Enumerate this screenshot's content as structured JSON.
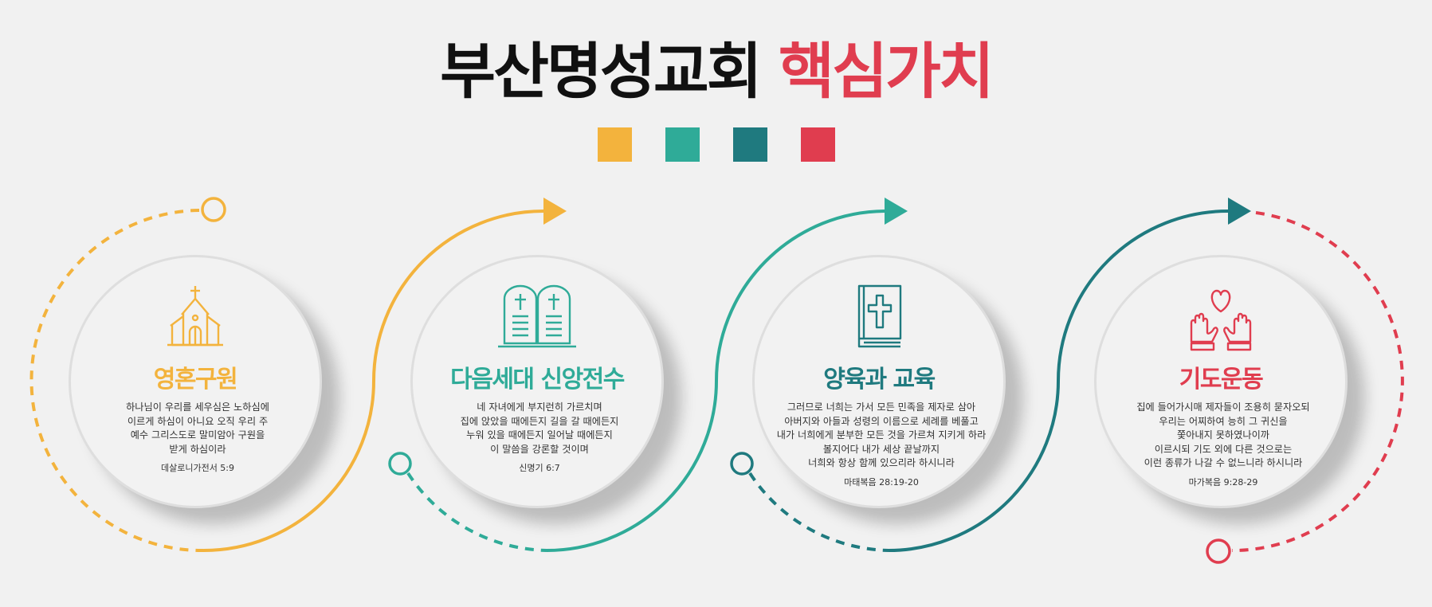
{
  "title": {
    "main": "부산명성교회",
    "accent": "핵심가치"
  },
  "colors": {
    "yellow": "#f3b33d",
    "teal": "#2fab98",
    "darkteal": "#1f7a7f",
    "red": "#e03d4f"
  },
  "values": [
    {
      "icon": "church-icon",
      "color": "#f3b33d",
      "title": "영혼구원",
      "lines": [
        "하나님이 우리를 세우심은 노하심에",
        "이르게 하심이 아니요 오직 우리 주",
        "예수 그리스도로 말미암아 구원을",
        "받게 하심이라"
      ],
      "reference": "데살로니가전서 5:9"
    },
    {
      "icon": "stone-tablets-icon",
      "color": "#2fab98",
      "title": "다음세대 신앙전수",
      "lines": [
        "네 자녀에게 부지런히 가르치며",
        "집에 앉았을 때에든지 길을 갈 때에든지",
        "누워 있을 때에든지 일어날 때에든지",
        "이 말씀을 강론할 것이며"
      ],
      "reference": "신명기 6:7"
    },
    {
      "icon": "bible-icon",
      "color": "#1f7a7f",
      "title": "양육과 교육",
      "lines": [
        "그러므로 너희는 가서 모든 민족을 제자로 삼아",
        "아버지와 아들과 성령의 이름으로 세례를 베풀고",
        "내가 너희에게 분부한 모든 것을 가르쳐 지키게 하라",
        "볼지어다 내가 세상 끝날까지",
        "너희와 항상 함께 있으리라 하시니라"
      ],
      "reference": "마태복음 28:19-20"
    },
    {
      "icon": "praying-hands-heart-icon",
      "color": "#e03d4f",
      "title": "기도운동",
      "lines": [
        "집에 들어가시매 제자들이 조용히 묻자오되",
        "우리는 어찌하여 능히 그 귀신을",
        "쫓아내지 못하였나이까",
        "이르시되 기도 외에 다른 것으로는",
        "이런 종류가 나갈 수 없느니라 하시니라"
      ],
      "reference": "마가복음 9:28-29"
    }
  ]
}
